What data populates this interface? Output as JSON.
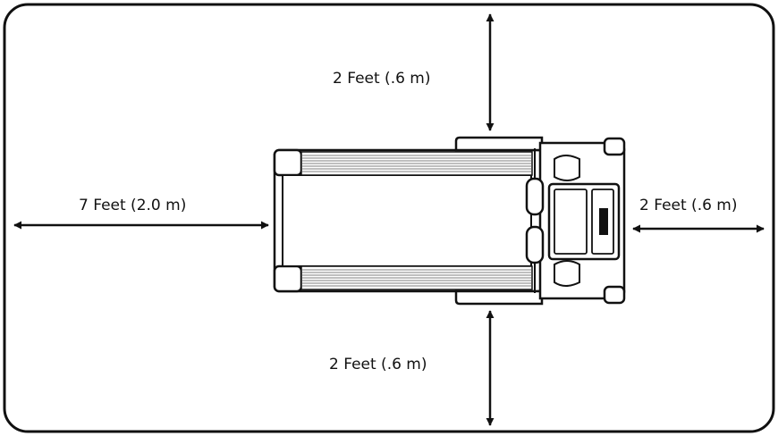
{
  "clearances": {
    "top": "2 Feet (.6 m)",
    "left": "7 Feet (2.0 m)",
    "right": "2 Feet (.6 m)",
    "bottom": "2 Feet (.6 m)"
  },
  "colors": {
    "line": "#111111",
    "deck_stripe": "#555555",
    "background": "#ffffff"
  }
}
